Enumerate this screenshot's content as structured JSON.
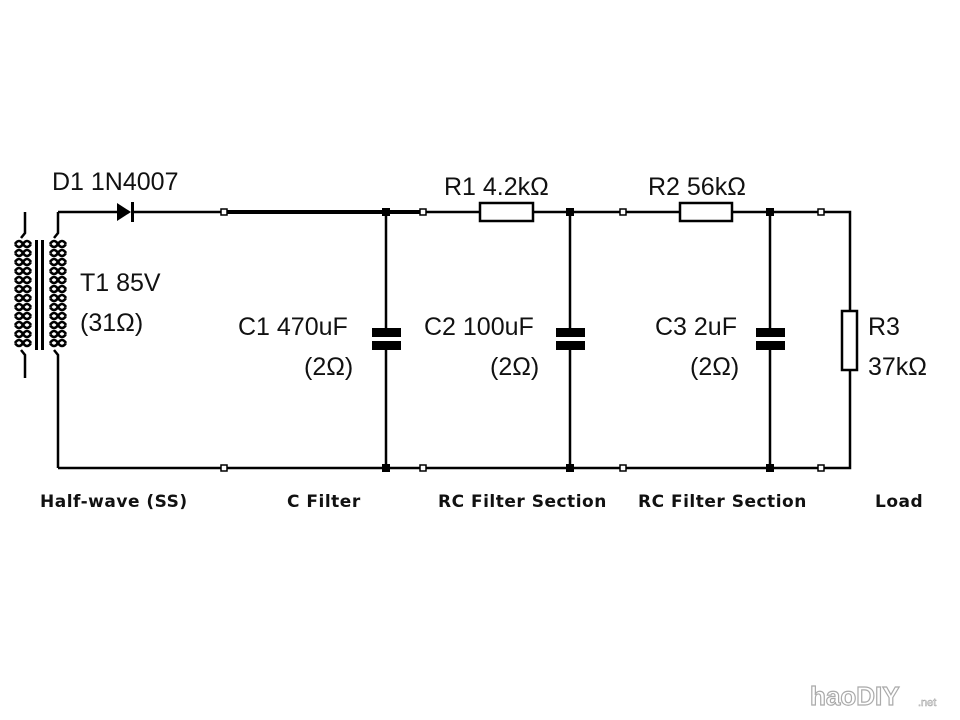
{
  "diagram": {
    "type": "schematic",
    "components": {
      "transformer": {
        "ref": "T1",
        "value": "85V",
        "resistance": "(31Ω)"
      },
      "diode": {
        "ref": "D1",
        "value": "1N4007"
      },
      "c1": {
        "ref": "C1",
        "value": "470uF",
        "esr": "(2Ω)"
      },
      "r1": {
        "ref": "R1",
        "value": "4.2kΩ"
      },
      "c2": {
        "ref": "C2",
        "value": "100uF",
        "esr": "(2Ω)"
      },
      "r2": {
        "ref": "R2",
        "value": "56kΩ"
      },
      "c3": {
        "ref": "C3",
        "value": "2uF",
        "esr": "(2Ω)"
      },
      "r3": {
        "ref": "R3",
        "value": "37kΩ"
      }
    },
    "labels": {
      "d1": "D1 1N4007",
      "t1_line1": "T1 85V",
      "t1_line2": "(31Ω)",
      "c1_line1": "C1 470uF",
      "c1_line2": "(2Ω)",
      "r1": "R1 4.2kΩ",
      "c2_line1": "C2 100uF",
      "c2_line2": "(2Ω)",
      "r2": "R2 56kΩ",
      "c3_line1": "C3 2uF",
      "c3_line2": "(2Ω)",
      "r3_line1": "R3",
      "r3_line2": "37kΩ"
    },
    "sections": [
      "Half-wave (SS)",
      "C Filter",
      "RC Filter Section",
      "RC Filter Section",
      "Load"
    ]
  },
  "watermark": {
    "main": "haoDIY",
    "suffix": ".net"
  }
}
